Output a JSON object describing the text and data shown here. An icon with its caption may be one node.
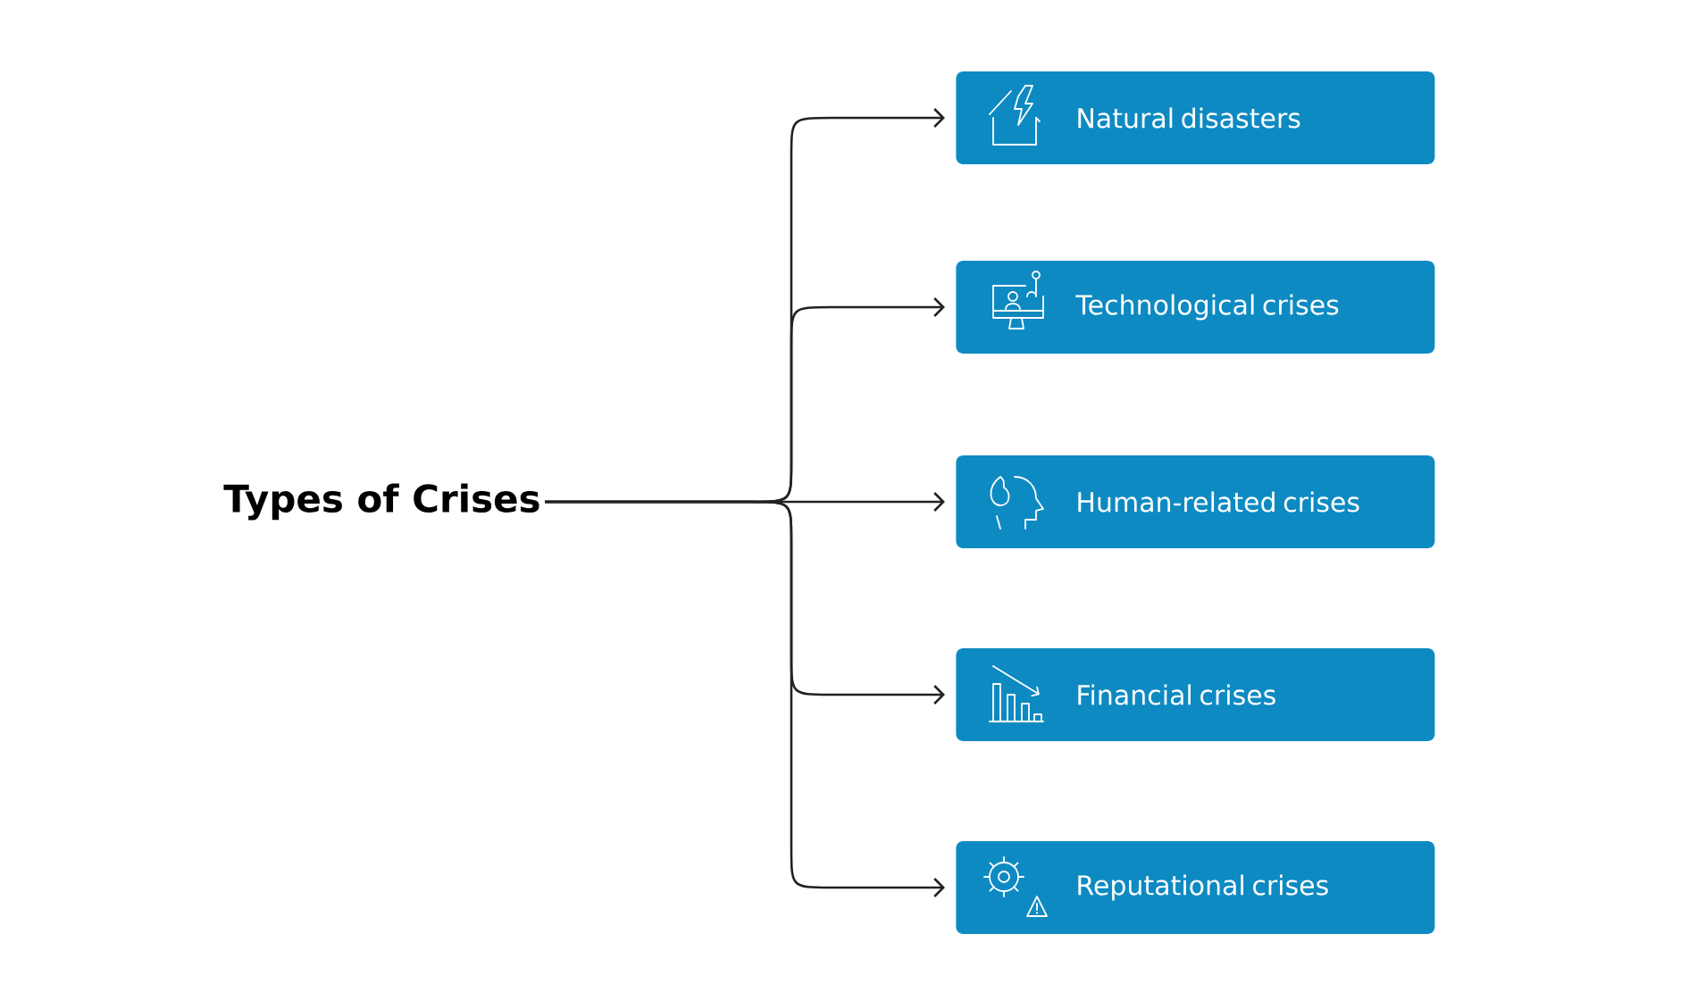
{
  "diagram": {
    "nodes": [
      {
        "text": [
          "Types of Crises"
        ]
      },
      {
        "text": [
          "Natural disasters"
        ]
      },
      {
        "text": [
          "Technological crises"
        ]
      },
      {
        "text": [
          "Human-related crises"
        ]
      },
      {
        "text": [
          "Financial crises"
        ]
      },
      {
        "text": [
          "Reputational crises"
        ]
      }
    ],
    "edges": [
      {
        "from": 0,
        "to": 1,
        "arrow": "to"
      },
      {
        "from": 0,
        "to": 2,
        "arrow": "to"
      },
      {
        "from": 0,
        "to": 3,
        "arrow": "to"
      },
      {
        "from": 0,
        "to": 4,
        "arrow": "to"
      },
      {
        "from": 0,
        "to": 5,
        "arrow": "to"
      }
    ]
  }
}
